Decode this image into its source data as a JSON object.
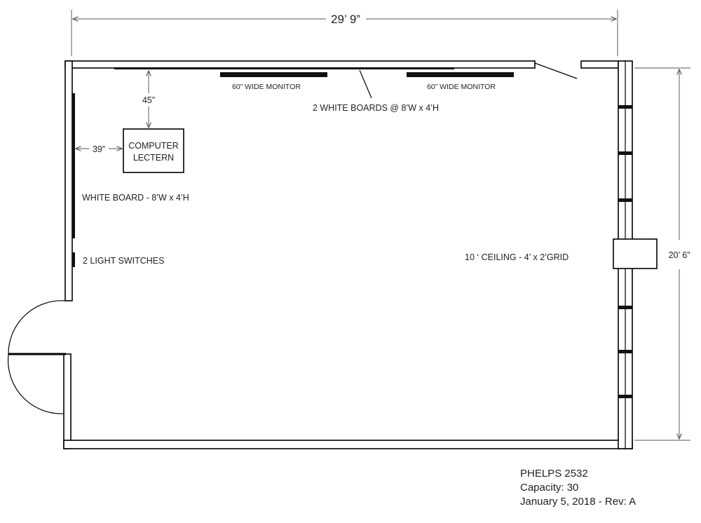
{
  "dimensions": {
    "width": "29’ 9”",
    "height": "20’ 6”"
  },
  "labels": {
    "monitor_left": "60” WIDE MONITOR",
    "monitor_right": "60” WIDE MONITOR",
    "whiteboards_top": "2 WHITE BOARDS @ 8’W x 4’H",
    "lectern_line1": "COMPUTER",
    "lectern_line2": "LECTERN",
    "dist_top": "45”",
    "dist_left": "39”",
    "whiteboard_side": "WHITE BOARD - 8’W x 4’H",
    "light_switches": "2 LIGHT SWITCHES",
    "ceiling": "10 ‘ CEILING - 4’ x 2’GRID"
  },
  "title_block": {
    "room": "PHELPS 2532",
    "capacity": "Capacity: 30",
    "date_rev": "January 5, 2018 - Rev: A"
  },
  "colors": {
    "line": "#000000",
    "text": "#222222",
    "dimension": "#777777"
  }
}
